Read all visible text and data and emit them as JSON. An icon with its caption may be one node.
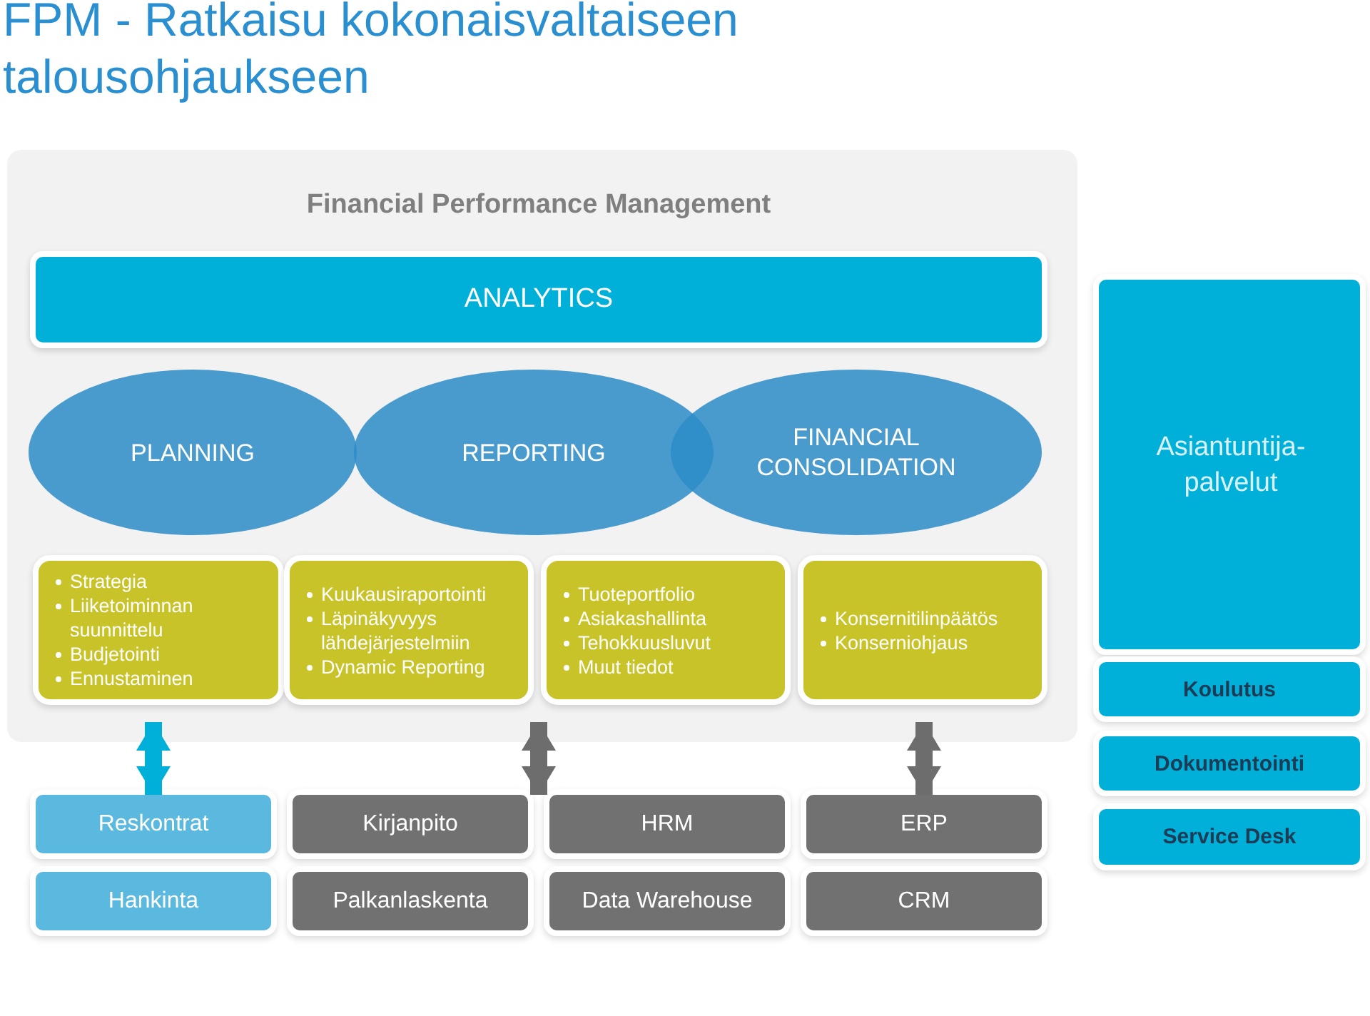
{
  "diagram": {
    "title": "FPM - Ratkaisu kokonaisvaltaiseen talousohjaukseen",
    "nodes": [
      {
        "text": [
          "Financial Performance Management"
        ]
      },
      {
        "text": [
          "ANALYTICS"
        ],
        "in": 0
      },
      {
        "text": [
          "PLANNING"
        ],
        "in": 0
      },
      {
        "text": [
          "REPORTING"
        ],
        "in": 0
      },
      {
        "text": [
          "FINANCIAL CONSOLIDATION"
        ],
        "in": 0
      },
      {
        "text": [
          "Strategia",
          "Liiketoiminnan suunnittelu",
          "Budjetointi",
          "Ennustaminen"
        ],
        "in": 0
      },
      {
        "text": [
          "Kuukausiraportointi",
          "Läpinäkyvyys lähdejärjestelmiin",
          "Dynamic Reporting"
        ],
        "in": 0
      },
      {
        "text": [
          "Tuoteportfolio",
          "Asiakashallinta",
          "Tehokkuusluvut",
          "Muut tiedot"
        ],
        "in": 0
      },
      {
        "text": [
          "Konsernitilinpäätös",
          "Konserniohjaus"
        ],
        "in": 0
      },
      {
        "text": [
          "Asiantuntija-palvelut"
        ]
      },
      {
        "text": [
          "Koulutus"
        ]
      },
      {
        "text": [
          "Dokumentointi"
        ]
      },
      {
        "text": [
          "Service Desk"
        ]
      },
      {
        "text": [
          "Reskontrat"
        ]
      },
      {
        "text": [
          "Kirjanpito"
        ]
      },
      {
        "text": [
          "HRM"
        ]
      },
      {
        "text": [
          "ERP"
        ]
      },
      {
        "text": [
          "Hankinta"
        ]
      },
      {
        "text": [
          "Palkanlaskenta"
        ]
      },
      {
        "text": [
          "Data Warehouse"
        ]
      },
      {
        "text": [
          "CRM"
        ]
      }
    ],
    "edges": [
      {
        "from": 0,
        "to": 13,
        "arrow": "both",
        "color": "#00b0d8"
      },
      {
        "from": 0,
        "to": 14,
        "arrow": "both"
      },
      {
        "from": 0,
        "to": 15,
        "arrow": "both"
      },
      {
        "from": 0,
        "to": 16,
        "arrow": "both"
      }
    ]
  }
}
